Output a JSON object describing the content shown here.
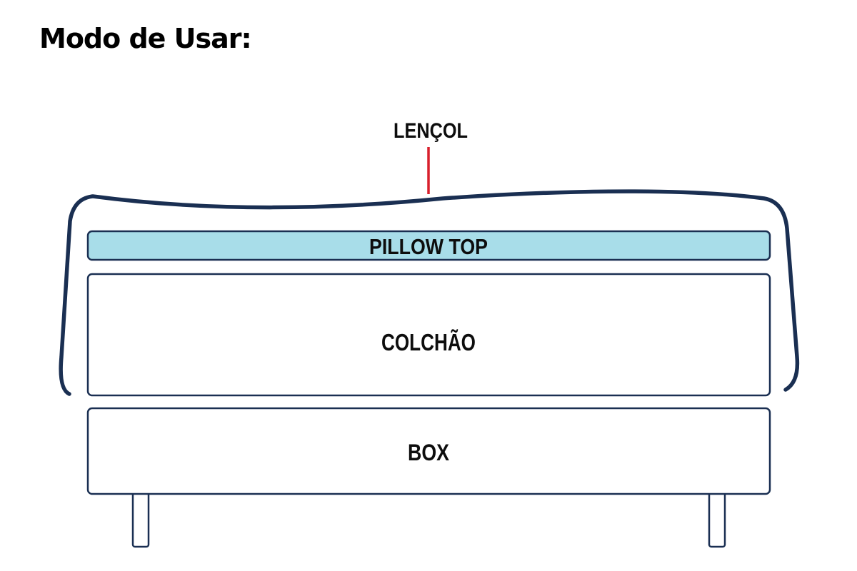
{
  "title": "Modo de Usar:",
  "labels": {
    "sheet": "LENÇOL",
    "pillow_top": "PILLOW TOP",
    "mattress": "COLCHÃO",
    "box": "BOX"
  },
  "colors": {
    "outline": "#1a2f52",
    "pointer": "#d81f2c",
    "pillow_fill": "#a8dde9",
    "text": "#0d0d0d"
  }
}
